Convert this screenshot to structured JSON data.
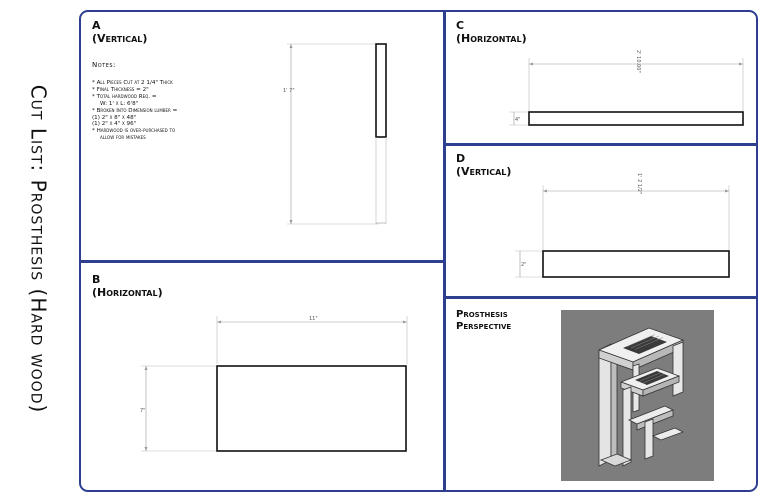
{
  "page_title": "Cut List: Prosthesis (Hard wood)",
  "panels": {
    "a": {
      "letter": "A",
      "orientation": "(Vertical)",
      "notes_title": "Notes:",
      "notes": [
        "* All Pieces Cut at 2 1/4\" Thick",
        "* Final Thickness = 2\"",
        "* Total hardwood Req. =",
        "W: 1' x L: 6'8\"",
        "* Broken Into Dimension lumber =",
        "(1) 2\" x 8\" x 48\"",
        "(1) 2\" x 4\" x 96\"",
        "* Hardwood is over-purchased to",
        "allow for mistakes"
      ],
      "dim_length": "1' 7\""
    },
    "b": {
      "letter": "B",
      "orientation": "(Horizontal)",
      "dim_width": "11\"",
      "dim_height": "7\""
    },
    "c": {
      "letter": "C",
      "orientation": "(Horizontal)",
      "dim_length": "2' 10.00\"",
      "dim_height": "4\""
    },
    "d": {
      "letter": "D",
      "orientation": "(Vertical)",
      "dim_length": "1' 2 1/2\"",
      "dim_height": "2\""
    },
    "perspective": {
      "title_line1": "Prosthesis",
      "title_line2": "Perspective"
    }
  },
  "colors": {
    "frame": "#2f3f8f",
    "perspective_bg": "#7d7d7d"
  }
}
